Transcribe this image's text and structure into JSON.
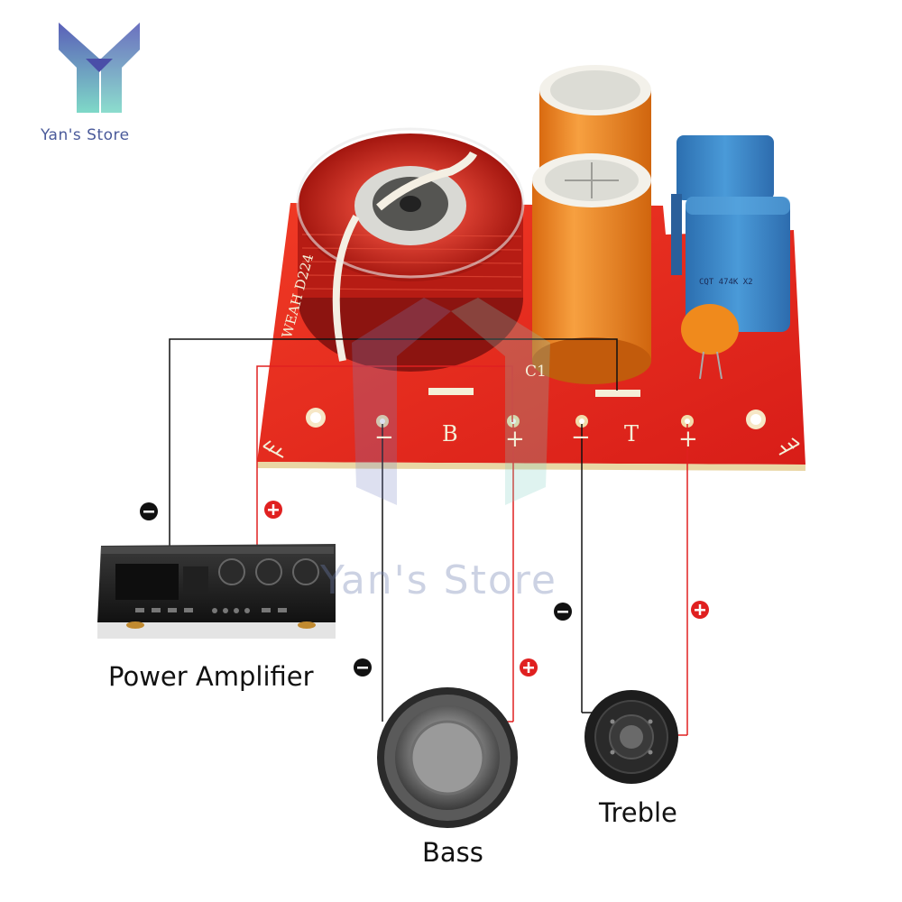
{
  "logo": {
    "text": "Yan's Store",
    "icon": "yans-store-logo-icon"
  },
  "watermark": {
    "text": "Yan's Store"
  },
  "pcb": {
    "silkscreen": {
      "bass_terminal": "B",
      "treble_terminal": "T",
      "minus": "−",
      "plus": "+",
      "capacitor_label": "C1",
      "board_model": "WEAH D224"
    },
    "capacitor_marking": "CQT 474K X2"
  },
  "wiring": {
    "negative_symbol": "−",
    "positive_symbol": "+",
    "colors": {
      "negative": "#111111",
      "positive": "#e02020"
    }
  },
  "amplifier": {
    "label": "Power Amplifier",
    "icon": "amplifier-icon"
  },
  "bass_speaker": {
    "label": "Bass",
    "icon": "woofer-speaker-icon"
  },
  "treble_speaker": {
    "label": "Treble",
    "icon": "tweeter-speaker-icon"
  },
  "colors": {
    "pcb_red": "#e8241c",
    "coil_copper": "#c0261a",
    "electrolytic_orange": "#f08a1c",
    "film_cap_blue": "#3f8fd0",
    "logo_gradient_top": "#5a5fb8",
    "logo_gradient_bottom": "#7fd9c8"
  }
}
